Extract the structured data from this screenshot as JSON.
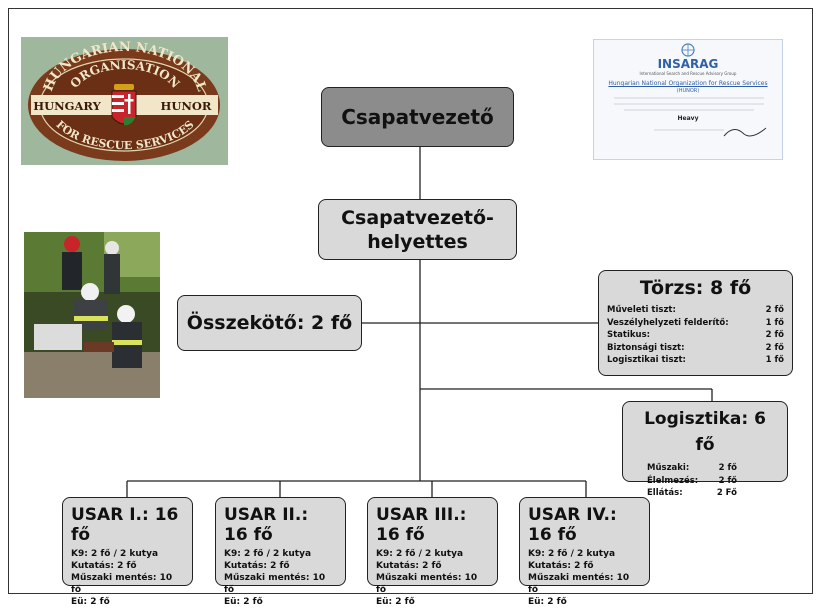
{
  "logo": {
    "top_text": "HUNGARIAN NATIONAL",
    "org_text": "ORGANISATION",
    "left_text": "HUNGARY",
    "right_text": "HUNOR",
    "bottom_text": "FOR RESCUE SERVICES",
    "colors": {
      "bg": "#9fb89d",
      "ring": "#7a3b1c",
      "text": "#f1e6c8",
      "red": "#c8242b",
      "green": "#2e7d32"
    }
  },
  "certificate": {
    "org": "INSARAG",
    "subtitle": "International Search and Rescue Advisory Group",
    "recipient": "Hungarian National Organization for Rescue Services",
    "recipient_short": "(HUNOR)",
    "level": "Heavy"
  },
  "team_leader": {
    "label": "Csapatvezető"
  },
  "deputy": {
    "label": "Csapatvezető-helyettes",
    "line1": "Csapatvezető-",
    "line2": "helyettes"
  },
  "liaison": {
    "label": "Összekötő: 2 fő"
  },
  "staff": {
    "title": "Törzs: 8 fő",
    "rows": [
      {
        "role": "Műveleti tiszt:",
        "count": "2 fő"
      },
      {
        "role": "Veszélyhelyzeti felderítő:",
        "count": "1 fő"
      },
      {
        "role": "Statikus:",
        "count": "2 fő"
      },
      {
        "role": "Biztonsági tiszt:",
        "count": "2 fő"
      },
      {
        "role": "Logisztikai tiszt:",
        "count": "1 fő"
      }
    ]
  },
  "logistics": {
    "title": "Logisztika: 6 fő",
    "rows": [
      {
        "role": "Műszaki:",
        "count": "2 fő"
      },
      {
        "role": "Élelmezés:",
        "count": "2 fő"
      },
      {
        "role": "Ellátás:",
        "count": "2 Fő"
      }
    ]
  },
  "usar_teams": [
    {
      "title": "USAR I.: 16 fő",
      "lines": [
        "K9: 2 fő / 2 kutya",
        "Kutatás: 2 fő",
        "Műszaki mentés: 10 fő",
        "Eü: 2 fő"
      ]
    },
    {
      "title": "USAR II.: 16 fő",
      "lines": [
        "K9: 2 fő / 2 kutya",
        "Kutatás: 2 fő",
        "Műszaki mentés: 10 fő",
        "Eü: 2 fő"
      ]
    },
    {
      "title": "USAR III.: 16 fő",
      "lines": [
        "K9: 2 fő / 2 kutya",
        "Kutatás: 2 fő",
        "Műszaki mentés: 10 fő",
        "Eü: 2 fő"
      ]
    },
    {
      "title": "USAR IV.: 16 fő",
      "lines": [
        "K9: 2 fő / 2 kutya",
        "Kutatás: 2 fő",
        "Műszaki mentés: 10 fő",
        "Eü: 2 fő"
      ]
    }
  ],
  "colors": {
    "box": "#d9d9d9",
    "box_dark": "#8c8c8c",
    "line": "#222222"
  }
}
